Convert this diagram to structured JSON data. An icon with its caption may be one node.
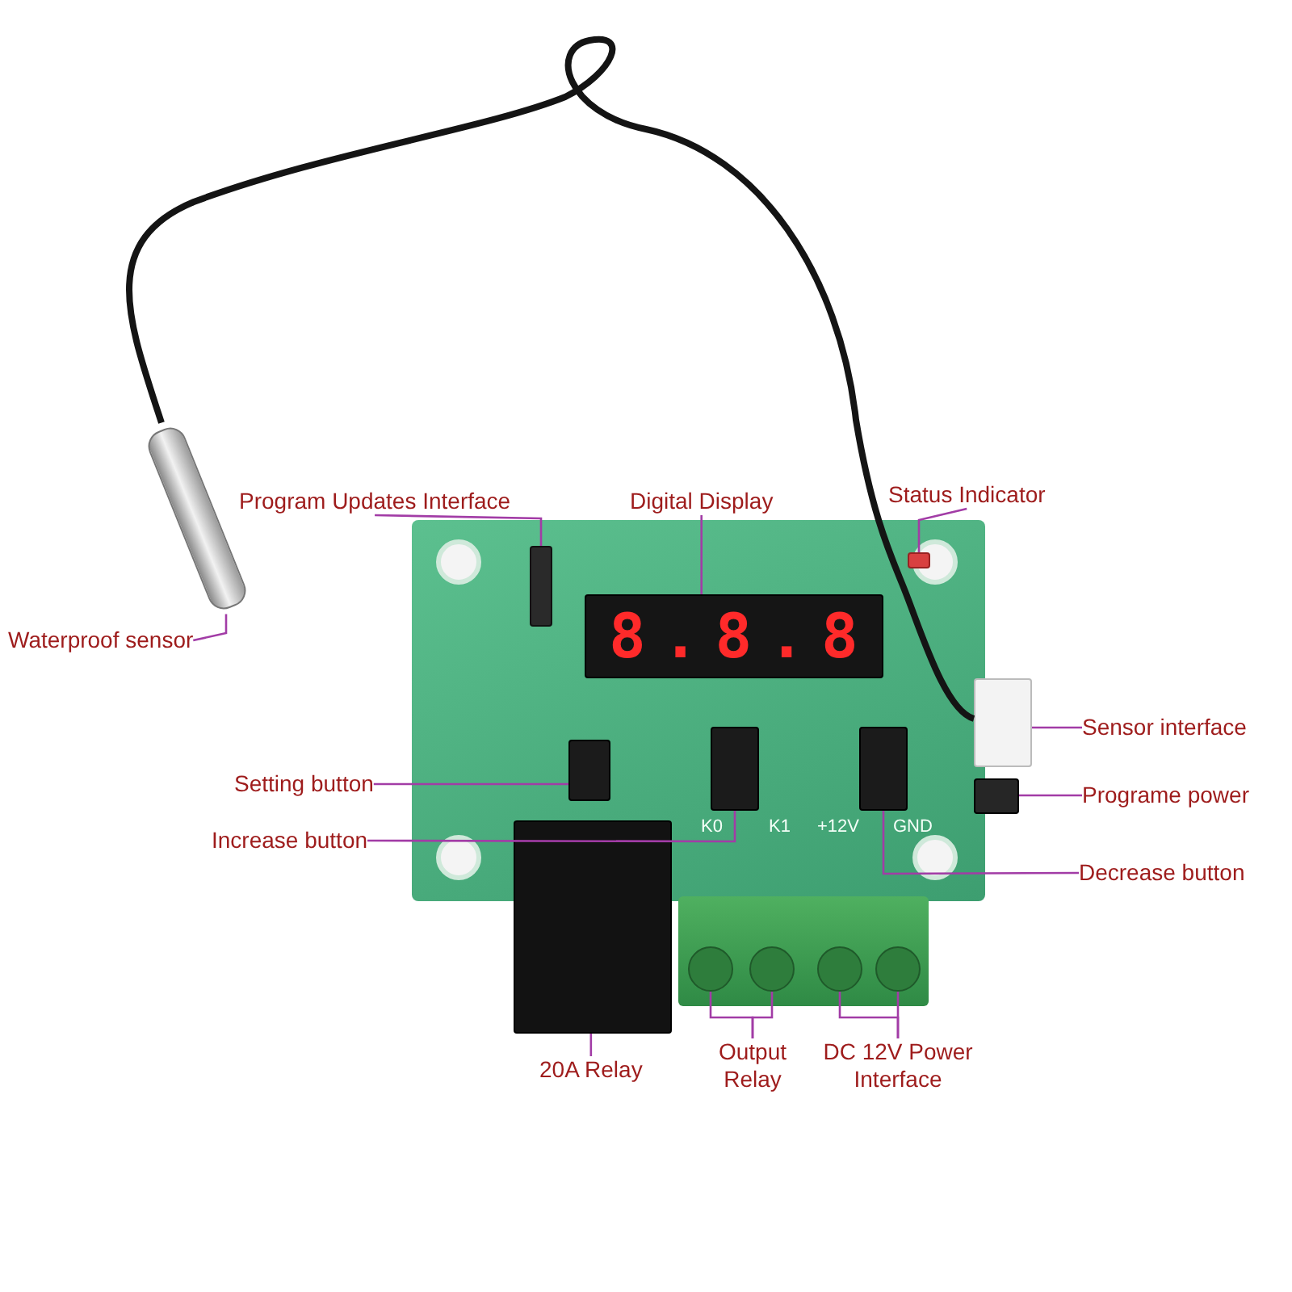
{
  "diagram": {
    "nodes": [
      {
        "text": [
          "Program Updates Interface"
        ]
      },
      {
        "text": [
          "Digital Display"
        ]
      },
      {
        "text": [
          "Status Indicator"
        ]
      },
      {
        "text": [
          "Waterproof sensor"
        ]
      },
      {
        "text": [
          "Sensor interface"
        ]
      },
      {
        "text": [
          "Setting button"
        ]
      },
      {
        "text": [
          "Programe power"
        ]
      },
      {
        "text": [
          "Increase button"
        ]
      },
      {
        "text": [
          "Decrease button"
        ]
      },
      {
        "text": [
          "20A Relay"
        ]
      },
      {
        "text": [
          "Output Relay"
        ]
      },
      {
        "text": [
          "DC 12V Power Interface"
        ]
      },
      {
        "text": [],
        "shape": "cylinder"
      },
      {
        "text": [],
        "shape": "box"
      },
      {
        "text": [],
        "shape": "box"
      },
      {
        "text": [],
        "shape": "box"
      },
      {
        "text": [],
        "shape": "box"
      },
      {
        "text": [],
        "shape": "box"
      },
      {
        "text": [],
        "shape": "box"
      },
      {
        "text": [],
        "shape": "box"
      },
      {
        "text": [],
        "shape": "box"
      },
      {
        "text": [],
        "shape": "box"
      },
      {
        "text": [],
        "shape": "circle"
      },
      {
        "text": [],
        "shape": "circle"
      },
      {
        "text": [],
        "shape": "circle"
      },
      {
        "text": [],
        "shape": "circle"
      }
    ],
    "edges": [
      {
        "from": 0,
        "to": 13,
        "arrow": "none"
      },
      {
        "from": 1,
        "to": 14,
        "arrow": "none"
      },
      {
        "from": 2,
        "to": 15,
        "arrow": "none"
      },
      {
        "from": 3,
        "to": 12,
        "arrow": "none"
      },
      {
        "from": 4,
        "to": 16,
        "arrow": "none"
      },
      {
        "from": 5,
        "to": 17,
        "arrow": "none"
      },
      {
        "from": 6,
        "to": 18,
        "arrow": "none"
      },
      {
        "from": 7,
        "to": 19,
        "arrow": "none"
      },
      {
        "from": 8,
        "to": 20,
        "arrow": "none"
      },
      {
        "from": 9,
        "to": 21,
        "arrow": "none"
      },
      {
        "from": 10,
        "to": 22,
        "arrow": "none"
      },
      {
        "from": 10,
        "to": 23,
        "arrow": "none"
      },
      {
        "from": 11,
        "to": 24,
        "arrow": "none"
      },
      {
        "from": 11,
        "to": 25,
        "arrow": "none"
      },
      {
        "from": 12,
        "to": 16,
        "arrow": "none",
        "style": "thick",
        "color": "#141414"
      }
    ],
    "labels": [
      "8.8.8",
      "K0",
      "K1",
      "+12V",
      "GND"
    ]
  }
}
